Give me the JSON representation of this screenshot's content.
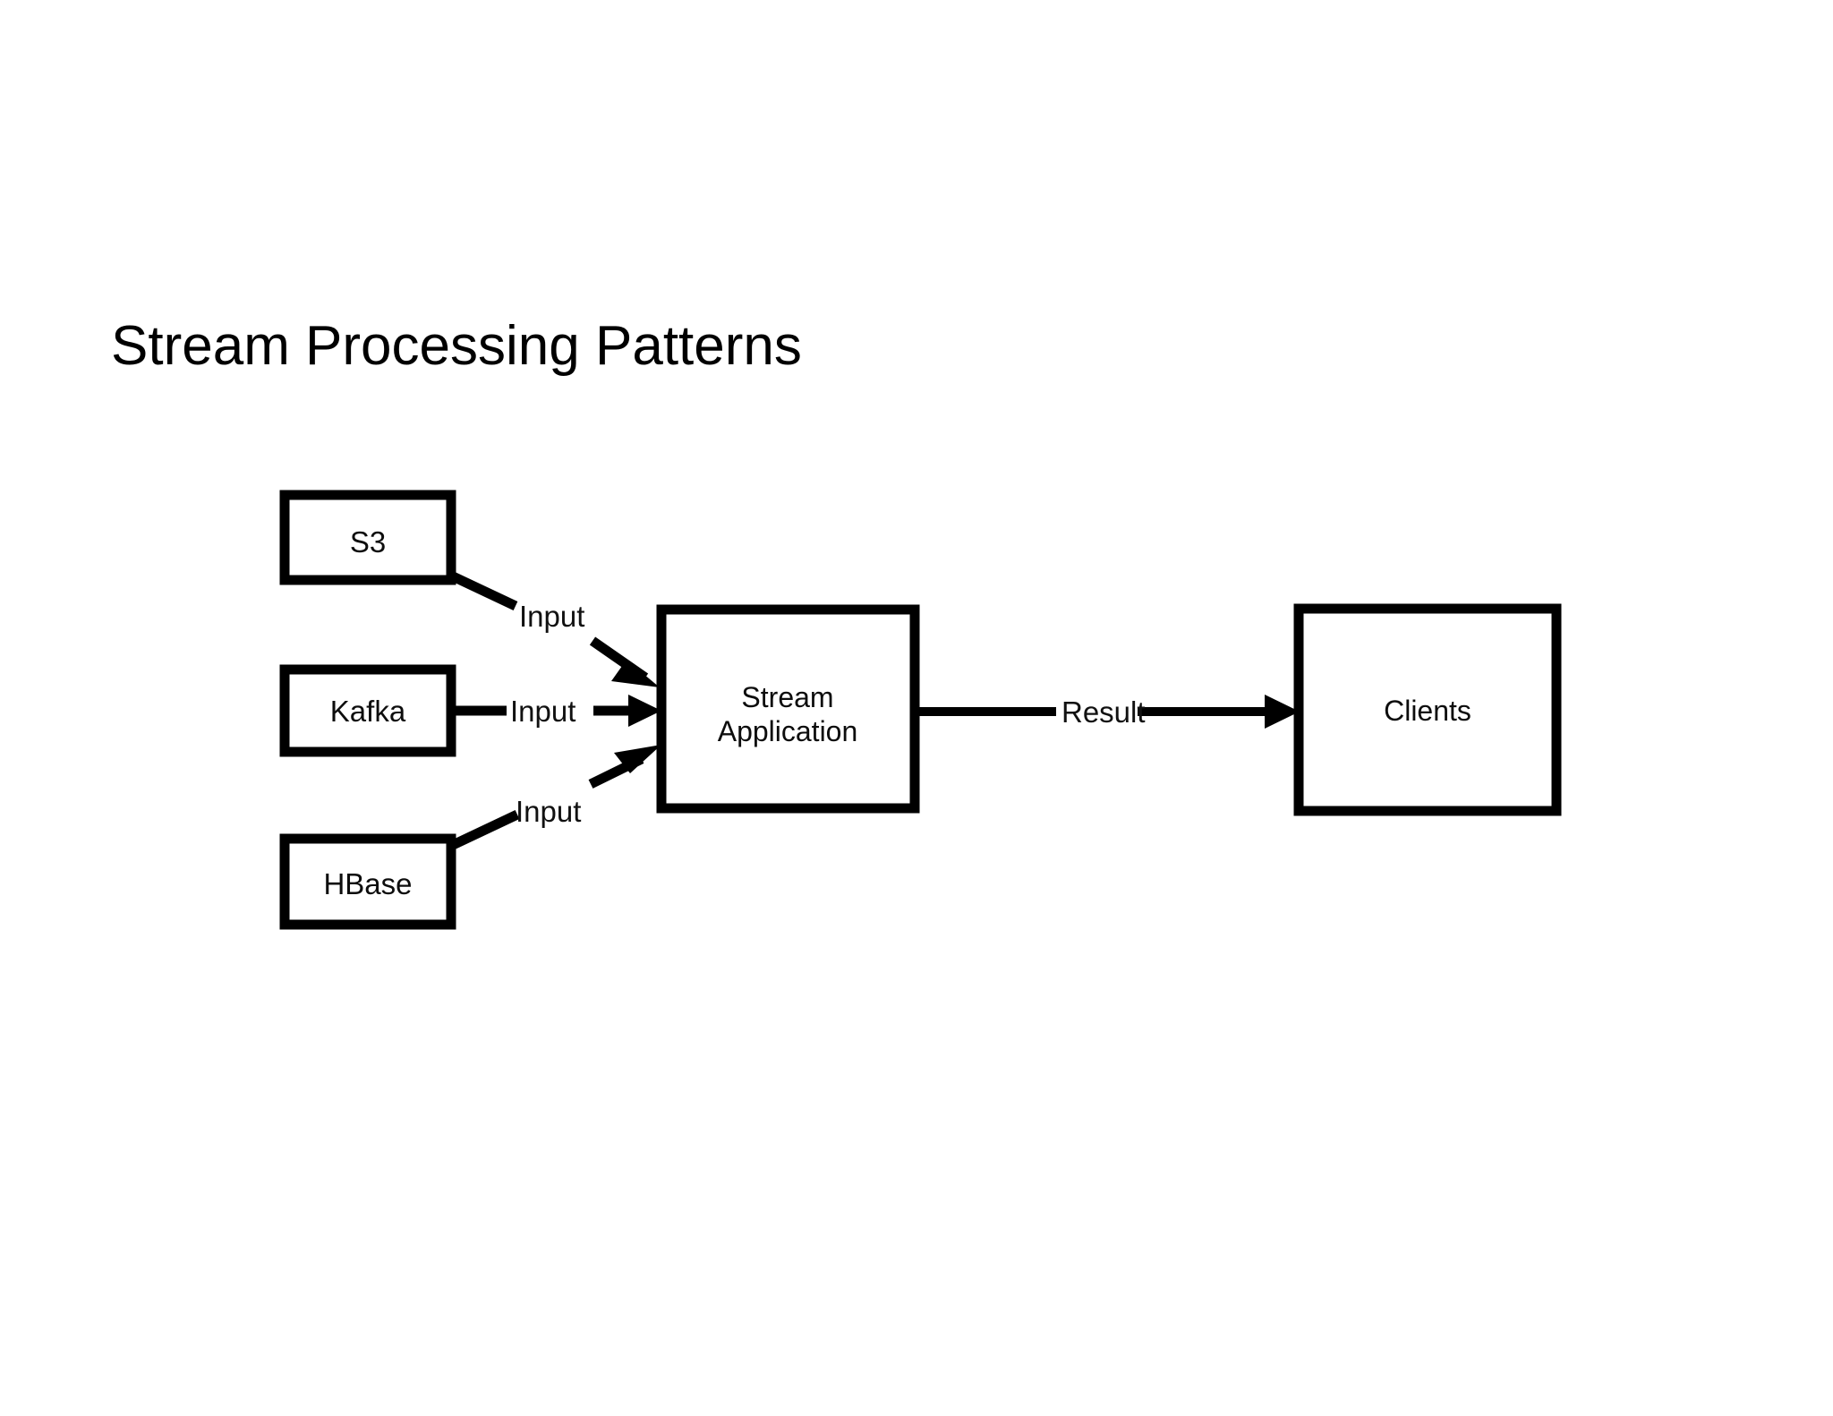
{
  "slide": {
    "title": "Stream Processing Patterns",
    "background_color": "#ffffff",
    "text_color": "#000000"
  },
  "diagram": {
    "type": "flow-diagram",
    "stroke_color": "#000000",
    "fill_color": "#ffffff",
    "nodes": [
      {
        "id": "s3",
        "label": "S3",
        "role": "source"
      },
      {
        "id": "kafka",
        "label": "Kafka",
        "role": "source"
      },
      {
        "id": "hbase",
        "label": "HBase",
        "role": "source"
      },
      {
        "id": "stream-application",
        "label_line1": "Stream",
        "label_line2": "Application",
        "role": "processor"
      },
      {
        "id": "clients",
        "label": "Clients",
        "role": "sink"
      }
    ],
    "edges": [
      {
        "id": "s3-to-app",
        "from": "s3",
        "to": "stream-application",
        "label": "Input"
      },
      {
        "id": "kafka-to-app",
        "from": "kafka",
        "to": "stream-application",
        "label": "Input"
      },
      {
        "id": "hbase-to-app",
        "from": "hbase",
        "to": "stream-application",
        "label": "Input"
      },
      {
        "id": "app-to-clients",
        "from": "stream-application",
        "to": "clients",
        "label": "Result"
      }
    ]
  }
}
